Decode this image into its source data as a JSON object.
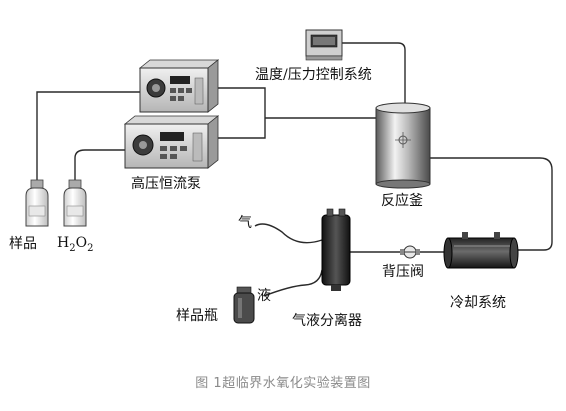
{
  "labels": {
    "controller": "温度/压力控制系统",
    "pump": "高压恒流泵",
    "sample": "样品",
    "h2o2_main": "H",
    "h2o2_sub1": "2",
    "h2o2_mid": "O",
    "h2o2_sub2": "2",
    "reactor": "反应釜",
    "gas": "气",
    "liquid": "液",
    "back_pressure_valve": "背压阀",
    "cooling": "冷却系统",
    "sample_bottle": "样品瓶",
    "separator": "气液分离器"
  },
  "caption": "图 1超临界水氧化实验装置图",
  "colors": {
    "line": "#2a2a2a",
    "caption": "#8a8a8a",
    "metal_light": "#e6e6e6",
    "metal_dark": "#6a6a6a",
    "dark_body": "#1c1c1c"
  }
}
